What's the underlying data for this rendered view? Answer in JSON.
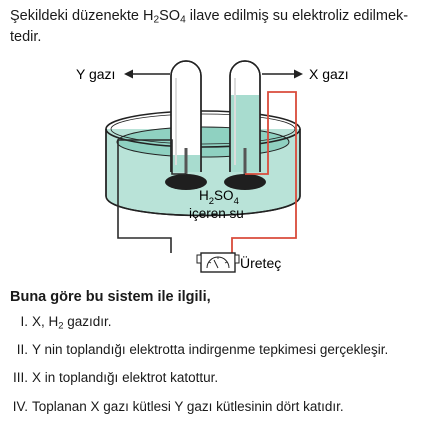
{
  "intro": {
    "p1": "Şekildeki düzenekte H",
    "sub": "2",
    "p2": "SO",
    "sub2": "4",
    "p3": " ilave edilmiş su elektroliz edilmek-tedir."
  },
  "figure": {
    "left_gas_label": "Y gazı",
    "right_gas_label": "X gazı",
    "solution_label_line1_a": "H",
    "solution_label_line1_sub1": "2",
    "solution_label_line1_b": "SO",
    "solution_label_line1_sub2": "4",
    "solution_label_line2": "içeren su",
    "generator_label": "Üreteç",
    "colors": {
      "water": "#a8dccf",
      "wire_positive": "#d94b3b",
      "wire_negative": "#333333",
      "electrode": "#1f1f1f"
    }
  },
  "question": "Buna göre bu sistem ile ilgili,",
  "statements": [
    {
      "num": "I.",
      "a": "X, H",
      "sub": "2",
      "b": " gazıdır."
    },
    {
      "num": "II.",
      "a": "Y nin toplandığı elektrotta indirgenme tepkimesi gerçekleşir.",
      "sub": "",
      "b": ""
    },
    {
      "num": "III.",
      "a": "X in toplandığı elektrot katottur.",
      "sub": "",
      "b": ""
    },
    {
      "num": "IV.",
      "a": "Toplanan X gazı kütlesi Y gazı kütlesinin dört katıdır.",
      "sub": "",
      "b": ""
    }
  ]
}
